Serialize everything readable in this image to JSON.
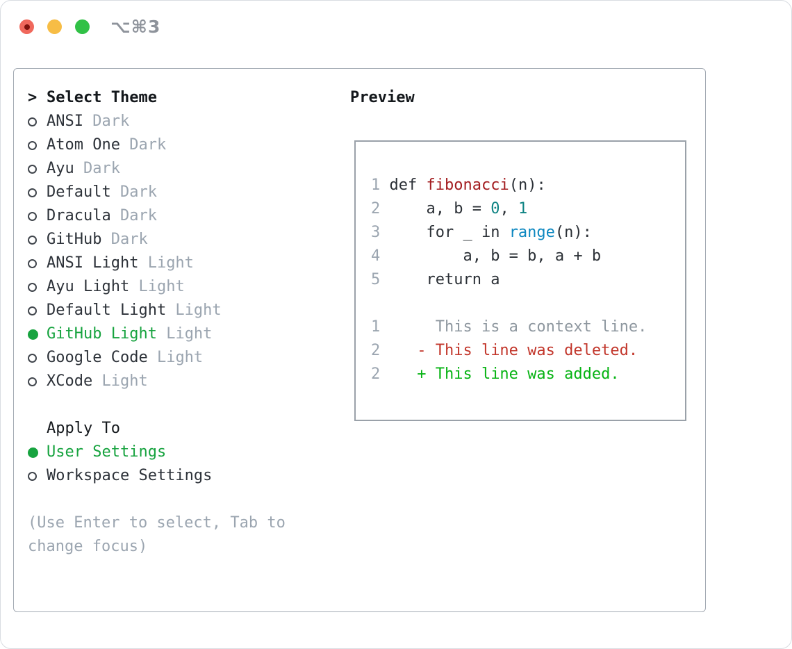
{
  "window": {
    "title": "⌥⌘3",
    "traffic_lights": [
      "close",
      "minimize",
      "zoom"
    ]
  },
  "theme_picker": {
    "cursor": ">",
    "header": "Select Theme",
    "options": [
      {
        "name": "ANSI",
        "variant": "Dark",
        "selected": false
      },
      {
        "name": "Atom One",
        "variant": "Dark",
        "selected": false
      },
      {
        "name": "Ayu",
        "variant": "Dark",
        "selected": false
      },
      {
        "name": "Default",
        "variant": "Dark",
        "selected": false
      },
      {
        "name": "Dracula",
        "variant": "Dark",
        "selected": false
      },
      {
        "name": "GitHub",
        "variant": "Dark",
        "selected": false
      },
      {
        "name": "ANSI Light",
        "variant": "Light",
        "selected": false
      },
      {
        "name": "Ayu Light",
        "variant": "Light",
        "selected": false
      },
      {
        "name": "Default Light",
        "variant": "Light",
        "selected": false
      },
      {
        "name": "GitHub Light",
        "variant": "Light",
        "selected": true
      },
      {
        "name": "Google Code",
        "variant": "Light",
        "selected": false
      },
      {
        "name": "XCode",
        "variant": "Light",
        "selected": false
      }
    ],
    "apply_to": {
      "header": "Apply To",
      "options": [
        {
          "name": "User Settings",
          "selected": true
        },
        {
          "name": "Workspace Settings",
          "selected": false
        }
      ]
    },
    "hint_lines": [
      "(Use Enter to select, Tab to",
      "change focus)"
    ]
  },
  "preview": {
    "header": "Preview",
    "code_lines": [
      {
        "num": "1",
        "segments": [
          {
            "t": " def ",
            "k": "plain"
          },
          {
            "t": "fibonacci",
            "k": "func"
          },
          {
            "t": "(n):",
            "k": "plain"
          }
        ]
      },
      {
        "num": "2",
        "segments": [
          {
            "t": "     a, b = ",
            "k": "plain"
          },
          {
            "t": "0",
            "k": "num"
          },
          {
            "t": ", ",
            "k": "plain"
          },
          {
            "t": "1",
            "k": "num"
          }
        ]
      },
      {
        "num": "3",
        "segments": [
          {
            "t": "     for _ in ",
            "k": "plain"
          },
          {
            "t": "range",
            "k": "builtin"
          },
          {
            "t": "(n):",
            "k": "plain"
          }
        ]
      },
      {
        "num": "4",
        "segments": [
          {
            "t": "         a, b = b, a + b",
            "k": "plain"
          }
        ]
      },
      {
        "num": "5",
        "segments": [
          {
            "t": "     return a",
            "k": "plain"
          }
        ]
      },
      {
        "num": "",
        "segments": []
      },
      {
        "num": "1",
        "segments": [
          {
            "t": "      This is a context line.",
            "k": "ctx"
          }
        ]
      },
      {
        "num": "2",
        "segments": [
          {
            "t": "    - This line was deleted.",
            "k": "del"
          }
        ]
      },
      {
        "num": "2",
        "segments": [
          {
            "t": "    + This line was added.",
            "k": "add"
          }
        ]
      }
    ]
  },
  "colors": {
    "accent_green": "#17a33f",
    "muted_gray": "#9ba5b0",
    "text_dark": "#2d3239",
    "code_func_red": "#a31d20",
    "code_number_teal": "#0e8383",
    "code_builtin_blue": "#0c87c0",
    "diff_deleted_red": "#c2362b",
    "diff_added_green": "#06b313",
    "traffic_red": "#f0685c",
    "traffic_yellow": "#f7bd45",
    "traffic_green": "#31c146"
  }
}
